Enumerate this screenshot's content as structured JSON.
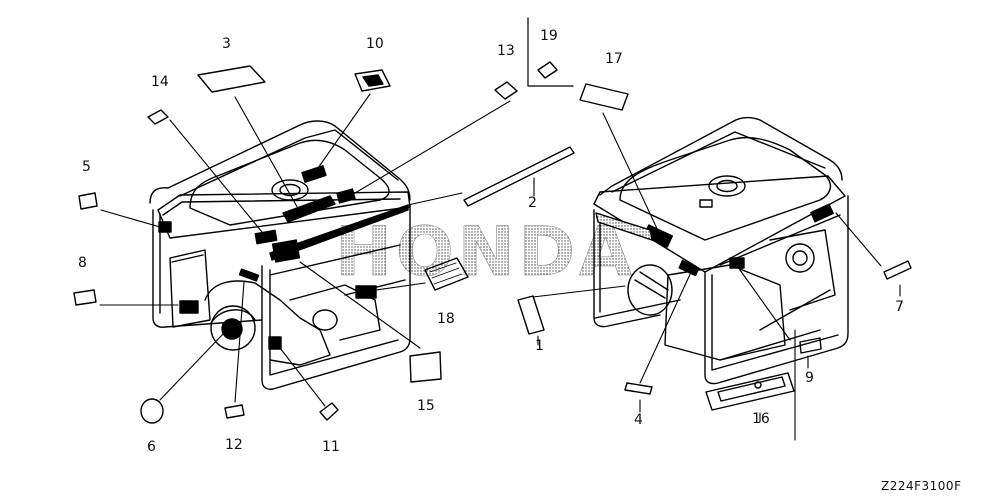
{
  "diagram": {
    "drawing_code": "Z224F3100F",
    "watermark": "HONDA",
    "callouts": [
      "1",
      "2",
      "3",
      "4",
      "5",
      "6",
      "7",
      "8",
      "9",
      "10",
      "11",
      "12",
      "13",
      "14",
      "15",
      "16",
      "17",
      "18",
      "19"
    ]
  }
}
